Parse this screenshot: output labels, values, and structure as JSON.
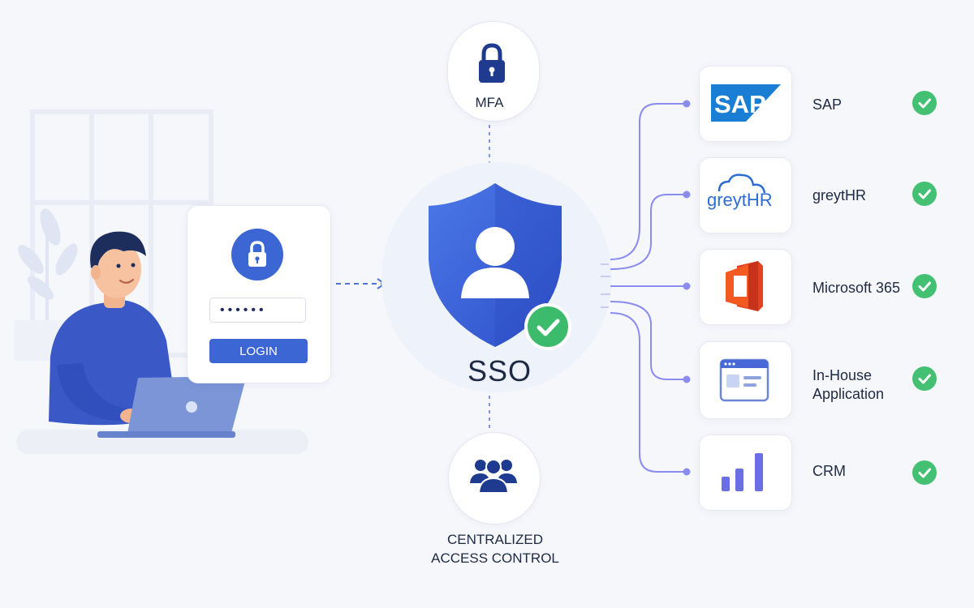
{
  "login": {
    "password_mask": "••••••",
    "button_label": "LOGIN"
  },
  "hub": {
    "label": "SSO"
  },
  "mfa": {
    "label": "MFA"
  },
  "centralized": {
    "label": "CENTRALIZED\nACCESS CONTROL"
  },
  "apps": [
    {
      "name": "SAP",
      "logo_text": "SAP",
      "status": "connected"
    },
    {
      "name": "greytHR",
      "logo_text": "greytHR",
      "status": "connected"
    },
    {
      "name": "Microsoft 365",
      "status": "connected"
    },
    {
      "name": "In-House\nApplication",
      "status": "connected"
    },
    {
      "name": "CRM",
      "status": "connected"
    }
  ],
  "colors": {
    "primary_blue": "#3b66d3",
    "shield_blue": "#3a5fd8",
    "check_green": "#43c072",
    "connector_purple": "#8b8cf0",
    "sap_blue": "#1a7fd4",
    "office_red": "#e0431f"
  }
}
